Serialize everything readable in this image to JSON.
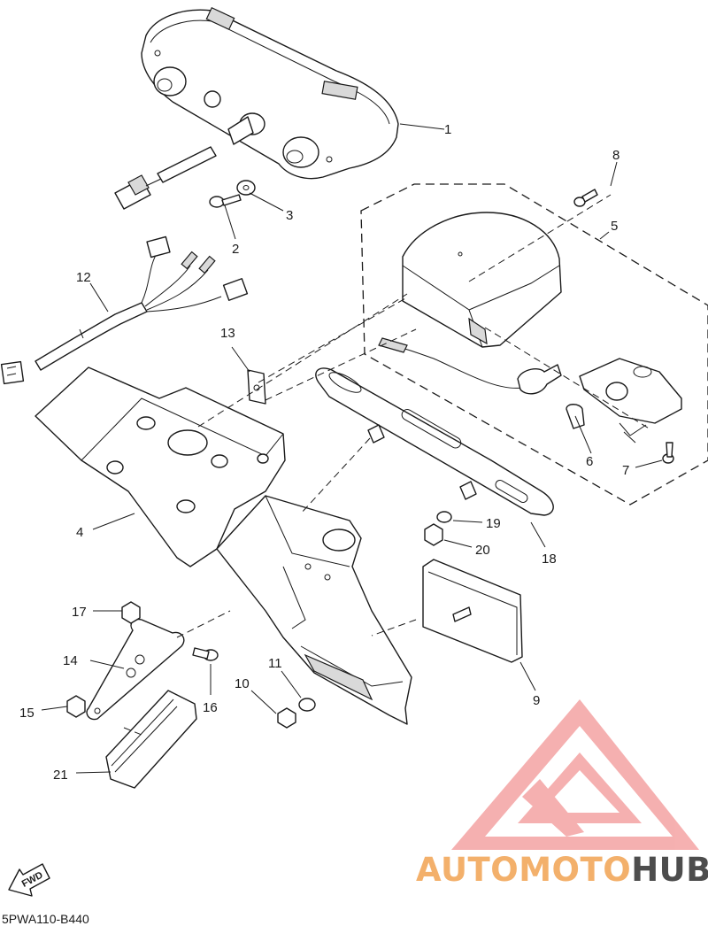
{
  "diagram": {
    "callouts": [
      "1",
      "2",
      "3",
      "4",
      "5",
      "6",
      "7",
      "8",
      "9",
      "10",
      "11",
      "12",
      "13",
      "14",
      "15",
      "16",
      "17",
      "18",
      "19",
      "20",
      "21"
    ],
    "fwd_label": "FWD",
    "drawing_code": "5PWA110-B440"
  },
  "watermark": {
    "brand_part1": "AUTOMOTO",
    "brand_part2": "HUB",
    "color_part1": "#f3b06b",
    "color_part2": "#4d4d4d",
    "logo_color": "#f08a8a"
  }
}
